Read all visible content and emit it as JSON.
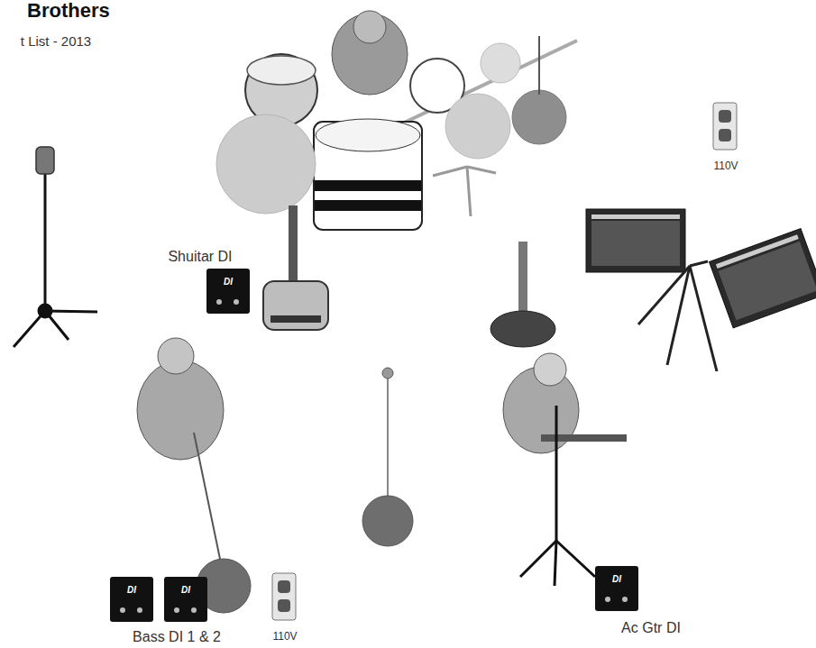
{
  "diagram": {
    "title": "Brothers",
    "labels": [
      "t List - 2013",
      "Shuitar DI",
      "DI",
      "110V",
      "DI",
      "DI",
      "Bass DI 1 & 2",
      "110V",
      "DI",
      "Ac Gtr DI"
    ]
  }
}
